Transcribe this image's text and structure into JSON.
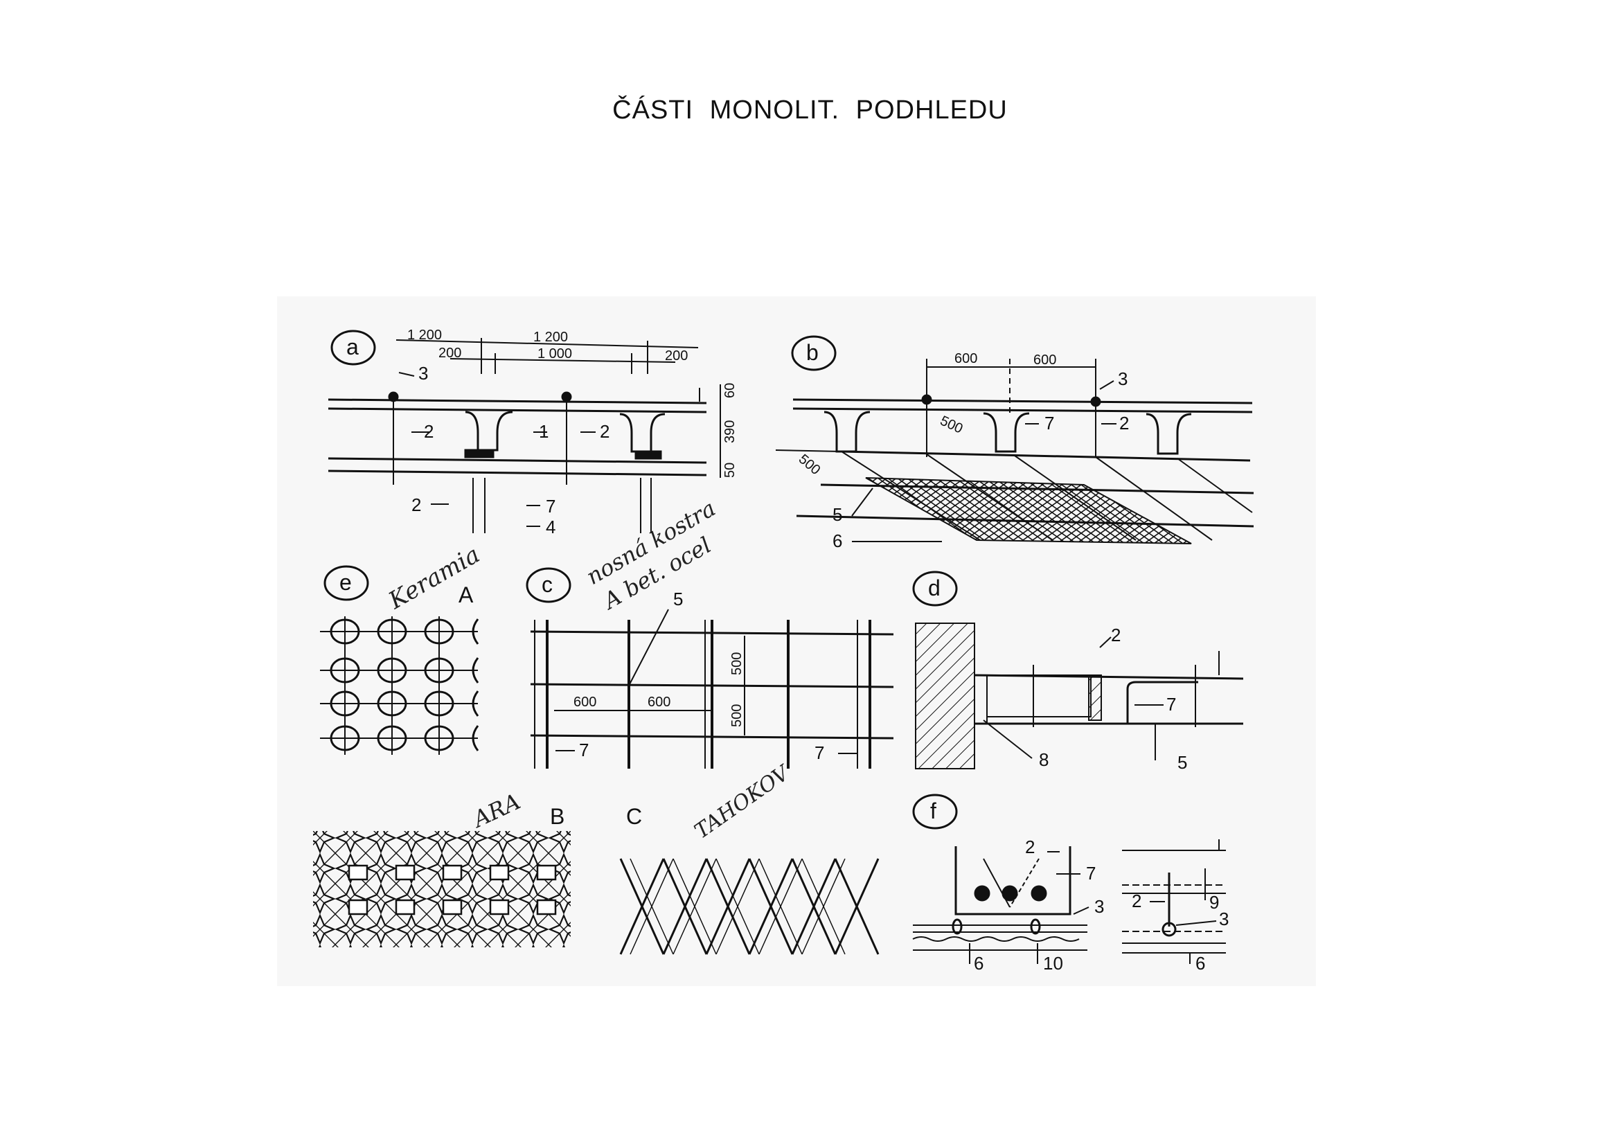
{
  "title": "ČÁSTI   MONOLIT.  PODHLEDU",
  "panels": {
    "a": {
      "label": "a",
      "dims": [
        "1 200",
        "1 200",
        "200",
        "1 000",
        "200",
        "60",
        "390",
        "50"
      ],
      "refs": [
        "3",
        "2",
        "1",
        "2",
        "2",
        "7",
        "4"
      ]
    },
    "b": {
      "label": "b",
      "dims": [
        "600",
        "600",
        "500",
        "500"
      ],
      "refs": [
        "3",
        "7",
        "2",
        "5",
        "6"
      ]
    },
    "e": {
      "label": "e",
      "sublabel": "A",
      "note": "Keramia"
    },
    "c": {
      "label": "c",
      "note_line1": "nosná kostra",
      "note_line2": "A bet. ocel",
      "dims": [
        "600",
        "600",
        "500",
        "500"
      ],
      "refs": [
        "5",
        "7",
        "7"
      ]
    },
    "d": {
      "label": "d",
      "refs": [
        "2",
        "7",
        "8",
        "5"
      ]
    },
    "B": {
      "label": "B",
      "note": "ARA"
    },
    "C": {
      "label": "C",
      "note": "TAHOKOV"
    },
    "f": {
      "label": "f",
      "refs": [
        "2",
        "7",
        "3",
        "6",
        "10",
        "2",
        "9",
        "3",
        "6"
      ]
    }
  },
  "colors": {
    "ink": "#111111",
    "paper": "#ffffff",
    "scan": "#f7f7f7"
  }
}
